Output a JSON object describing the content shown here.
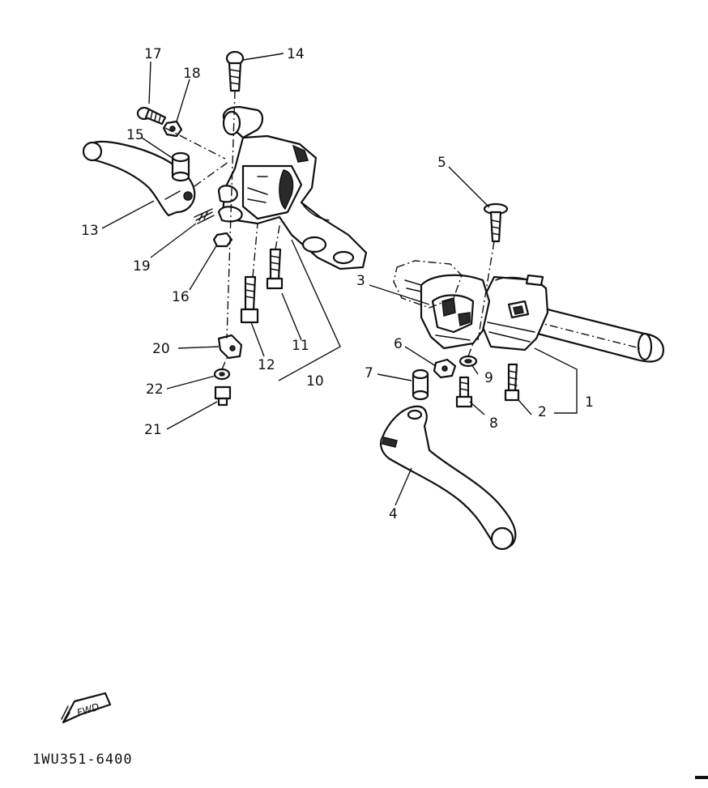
{
  "callouts": {
    "c1": "1",
    "c2": "2",
    "c3": "3",
    "c4": "4",
    "c5": "5",
    "c6": "6",
    "c7": "7",
    "c8": "8",
    "c9": "9",
    "c10": "10",
    "c11": "11",
    "c12": "12",
    "c13": "13",
    "c14": "14",
    "c15": "15",
    "c16": "16",
    "c17": "17",
    "c18": "18",
    "c19": "19",
    "c20": "20",
    "c21": "21",
    "c22": "22"
  },
  "fwd_marker": "FWD",
  "diagram_code": "1WU351-6400"
}
